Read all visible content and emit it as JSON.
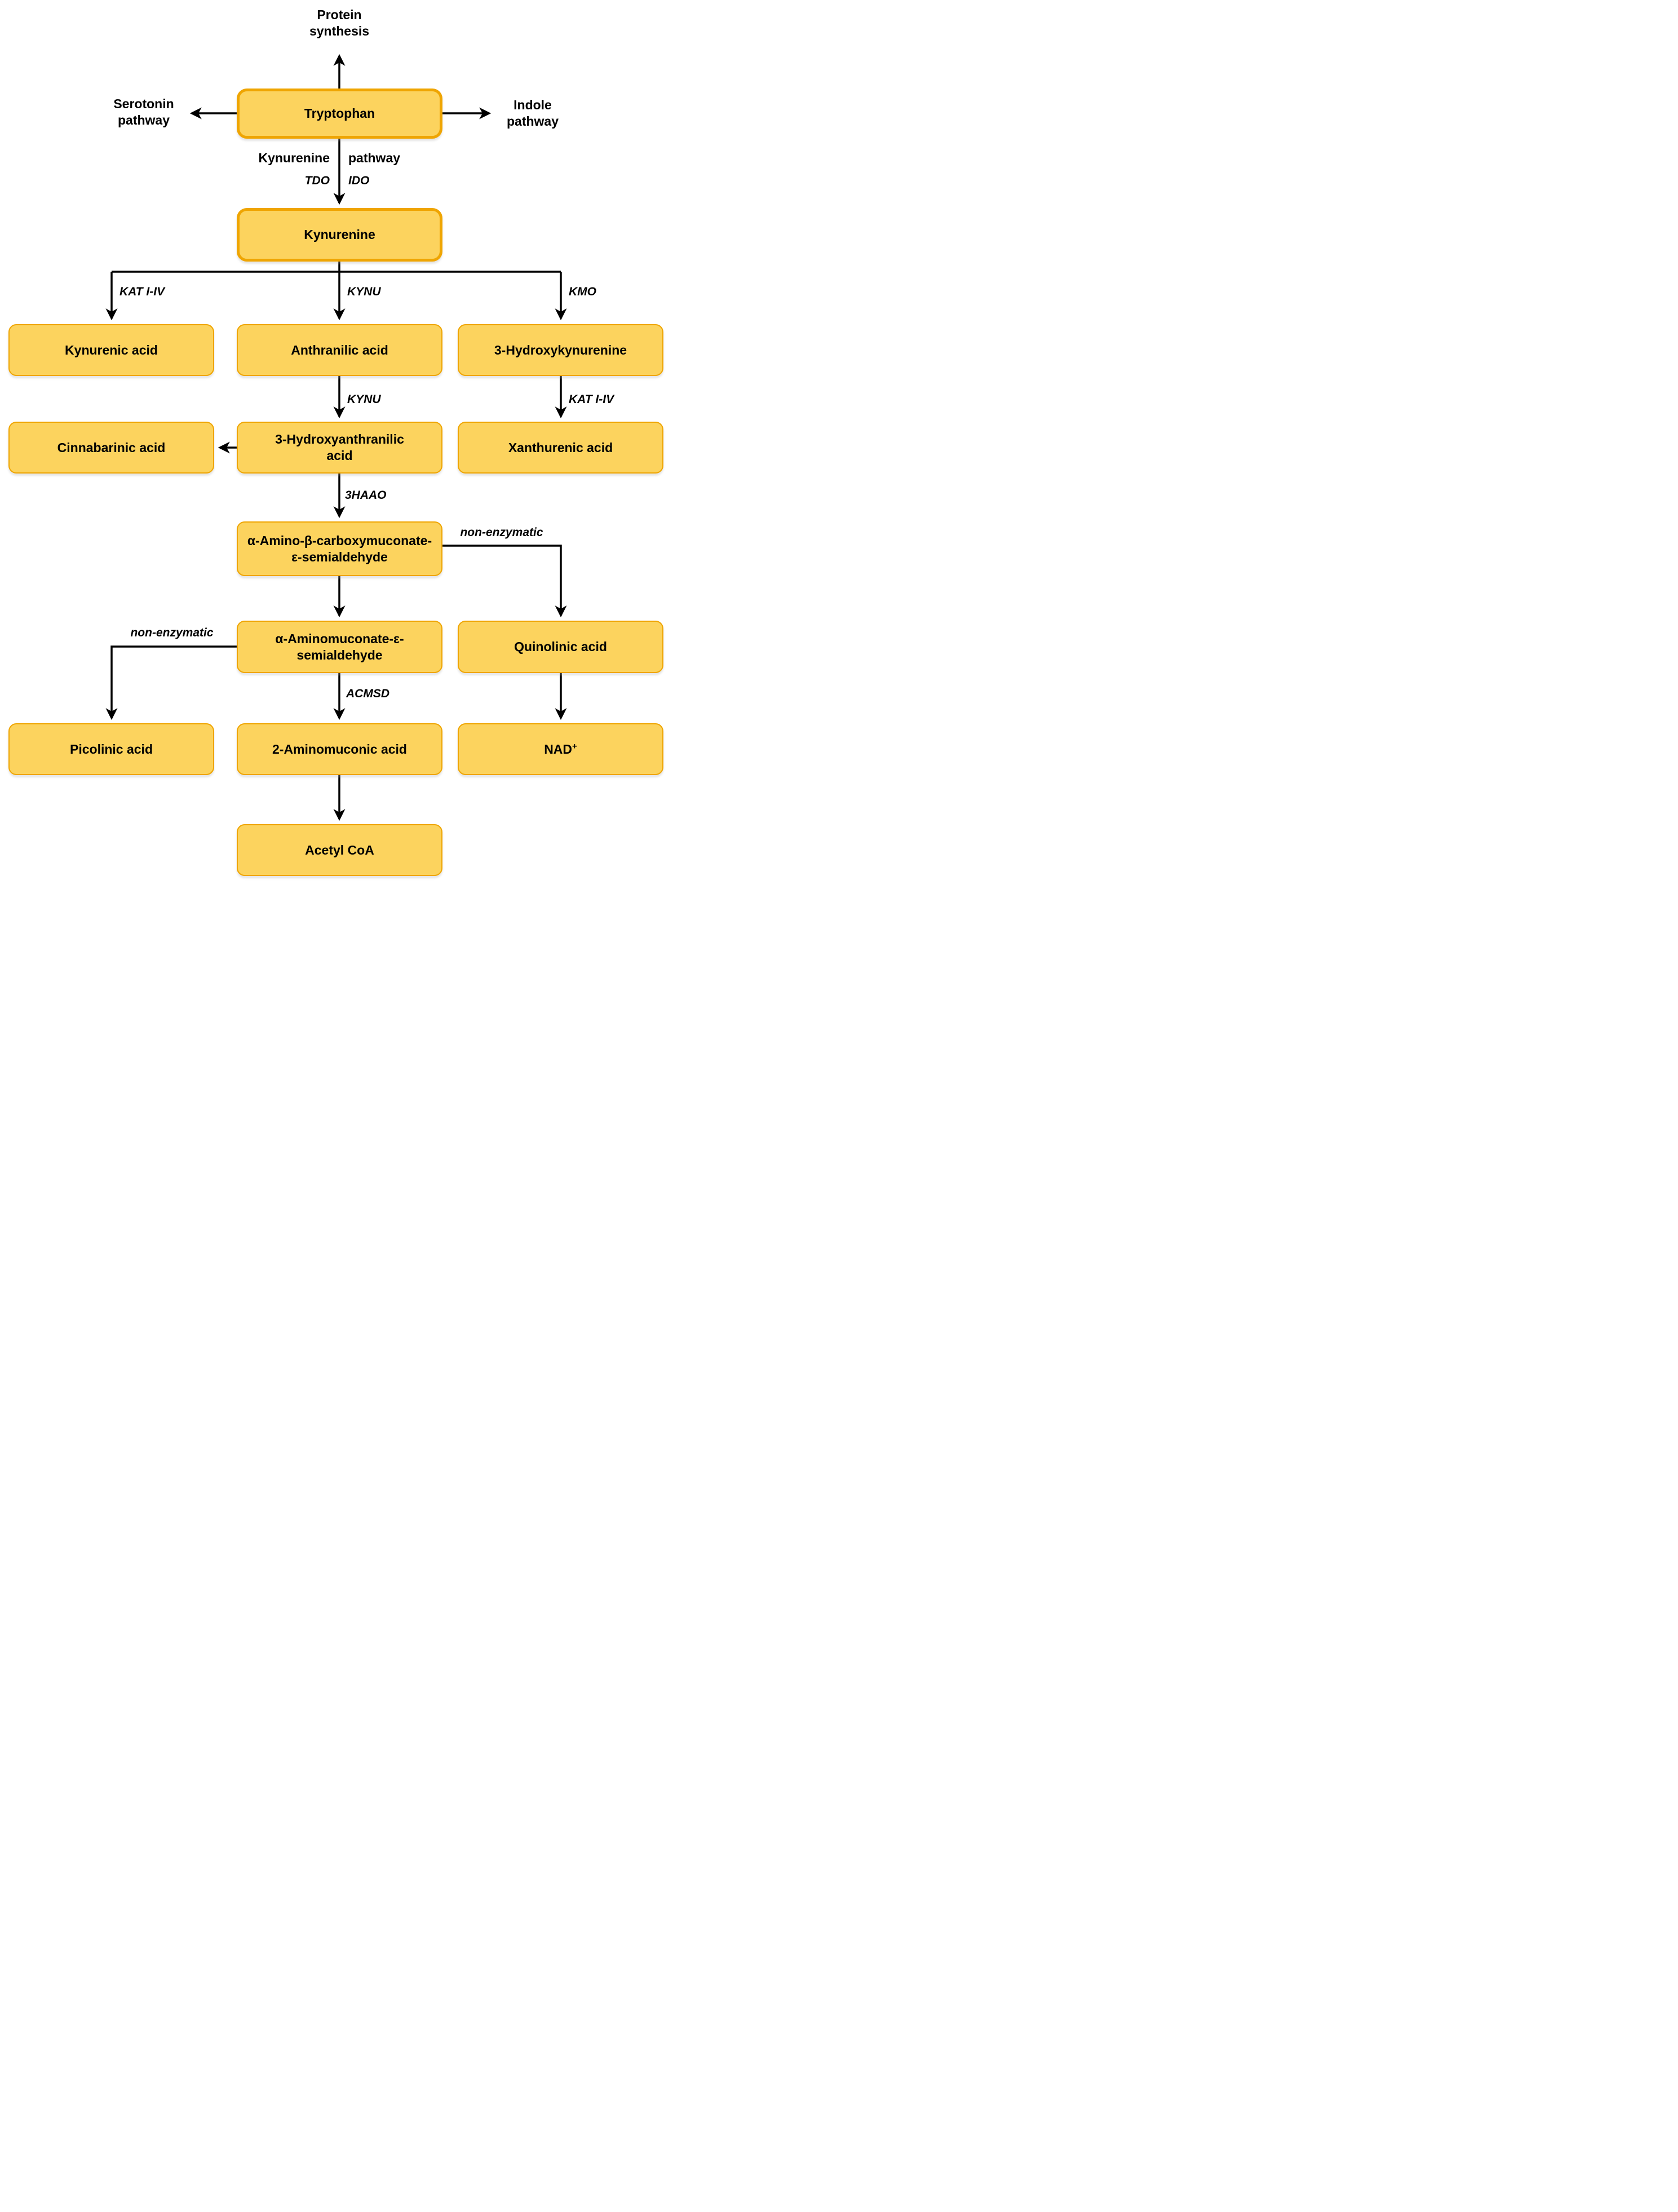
{
  "colors": {
    "node_fill": "#FCD35E",
    "node_border": "#EFA502",
    "arrow": "#000000",
    "text": "#000000"
  },
  "nodes": {
    "tryptophan": {
      "label": "Tryptophan"
    },
    "kynurenine": {
      "label": "Kynurenine"
    },
    "kynurenic_acid": {
      "label": "Kynurenic acid"
    },
    "anthranilic_acid": {
      "label": "Anthranilic acid"
    },
    "hydroxykynurenine_3": {
      "label": "3-Hydroxykynurenine"
    },
    "cinnabarinic_acid": {
      "label": "Cinnabarinic acid"
    },
    "hydroxyanthranilic_acid_3": {
      "label": "3-Hydroxyanthranilic\nacid"
    },
    "xanthurenic_acid": {
      "label": "Xanthurenic acid"
    },
    "acms": {
      "label": "α-Amino-β-carboxymuconate-\nε-semialdehyde"
    },
    "ams": {
      "label": "α-Aminomuconate-ε-\nsemialdehyde"
    },
    "quinolinic_acid": {
      "label": "Quinolinic acid"
    },
    "picolinic_acid": {
      "label": "Picolinic acid"
    },
    "aminomuconic_acid_2": {
      "label": "2-Aminomuconic acid"
    },
    "nad": {
      "base": "NAD",
      "sup": "+"
    },
    "acetyl_coa": {
      "label": "Acetyl CoA"
    }
  },
  "terminals": {
    "protein_synthesis": {
      "label": "Protein\nsynthesis"
    },
    "serotonin_pathway": {
      "label": "Serotonin\npathway"
    },
    "indole_pathway": {
      "label": "Indole\npathway"
    }
  },
  "pathway_label": {
    "left": "Kynurenine",
    "right": "pathway"
  },
  "enzymes": {
    "tdo": "TDO",
    "ido": "IDO",
    "kat_i_iv": "KAT I-IV",
    "kynu": "KYNU",
    "kmo": "KMO",
    "haao_3": "3HAAO",
    "acmsd": "ACMSD",
    "non_enzymatic": "non-enzymatic"
  }
}
